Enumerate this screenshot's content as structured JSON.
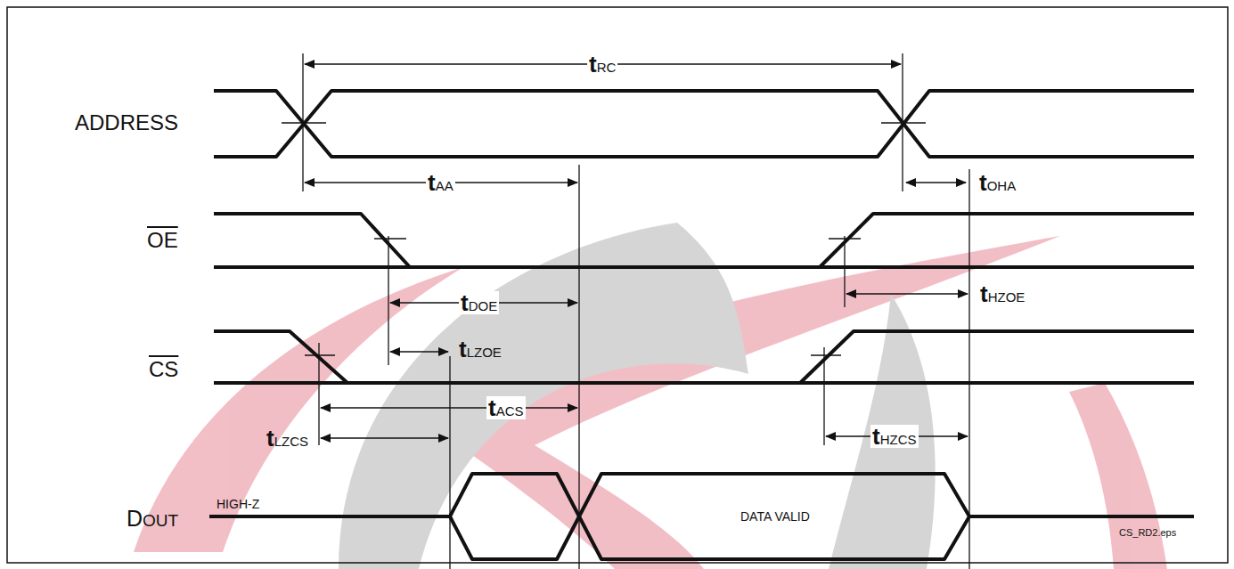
{
  "diagram": {
    "labels": [
      "ADDRESS",
      "OE",
      "CS",
      "DOUT",
      "HIGH-Z",
      "DATA VALID",
      "CS_RD2.eps",
      "tRC",
      "tAA",
      "tOHA",
      "tDOE",
      "tHZOE",
      "tLZOE",
      "tACS",
      "tLZCS",
      "tHZCS"
    ]
  }
}
